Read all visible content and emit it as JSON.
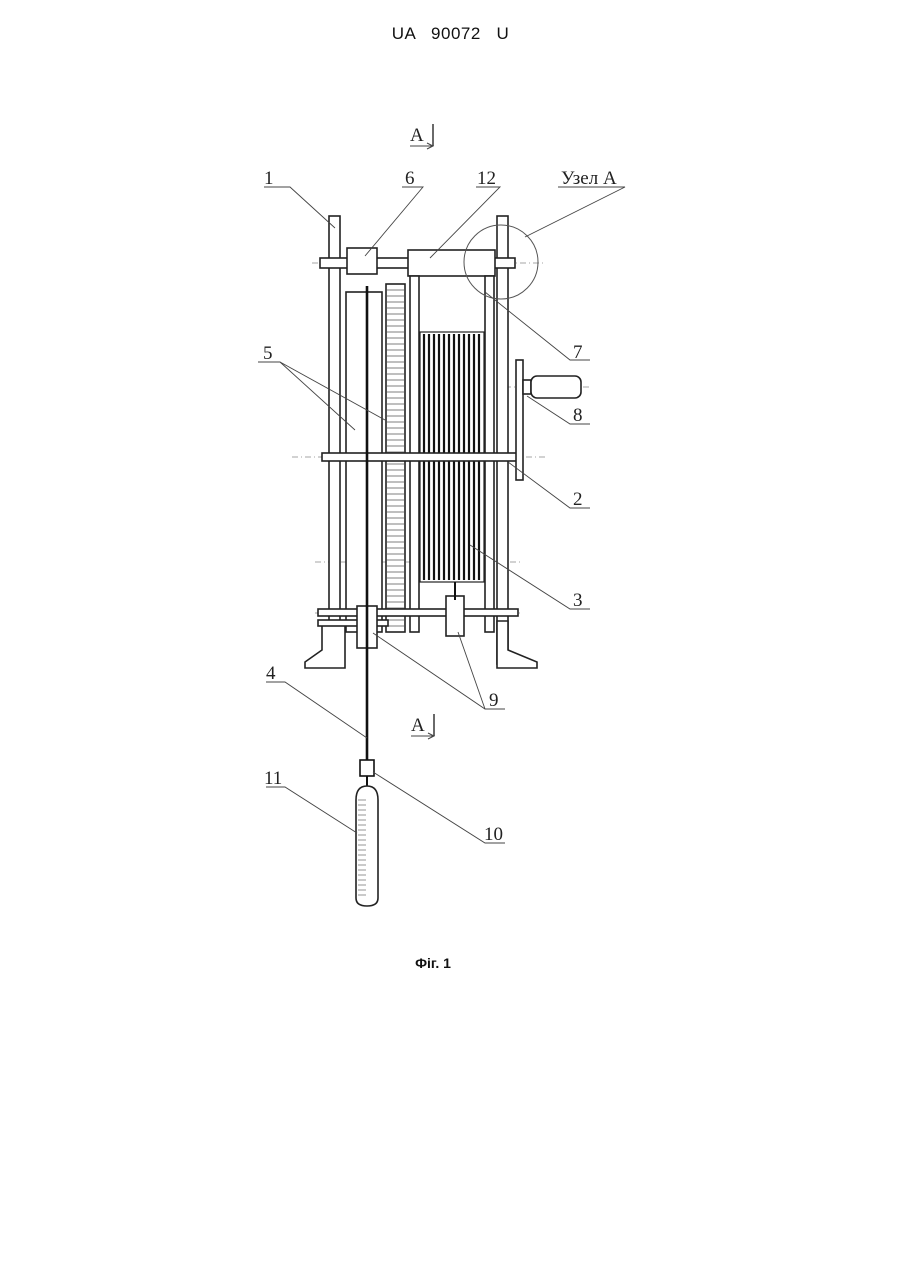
{
  "document": {
    "header": "UA   90072   U",
    "caption": "Фіг. 1"
  },
  "drawing": {
    "section_marks": [
      "А",
      "А"
    ],
    "callout_label": "Узел А",
    "part_labels": [
      "1",
      "2",
      "3",
      "4",
      "5",
      "6",
      "7",
      "8",
      "9",
      "10",
      "11",
      "12"
    ]
  }
}
